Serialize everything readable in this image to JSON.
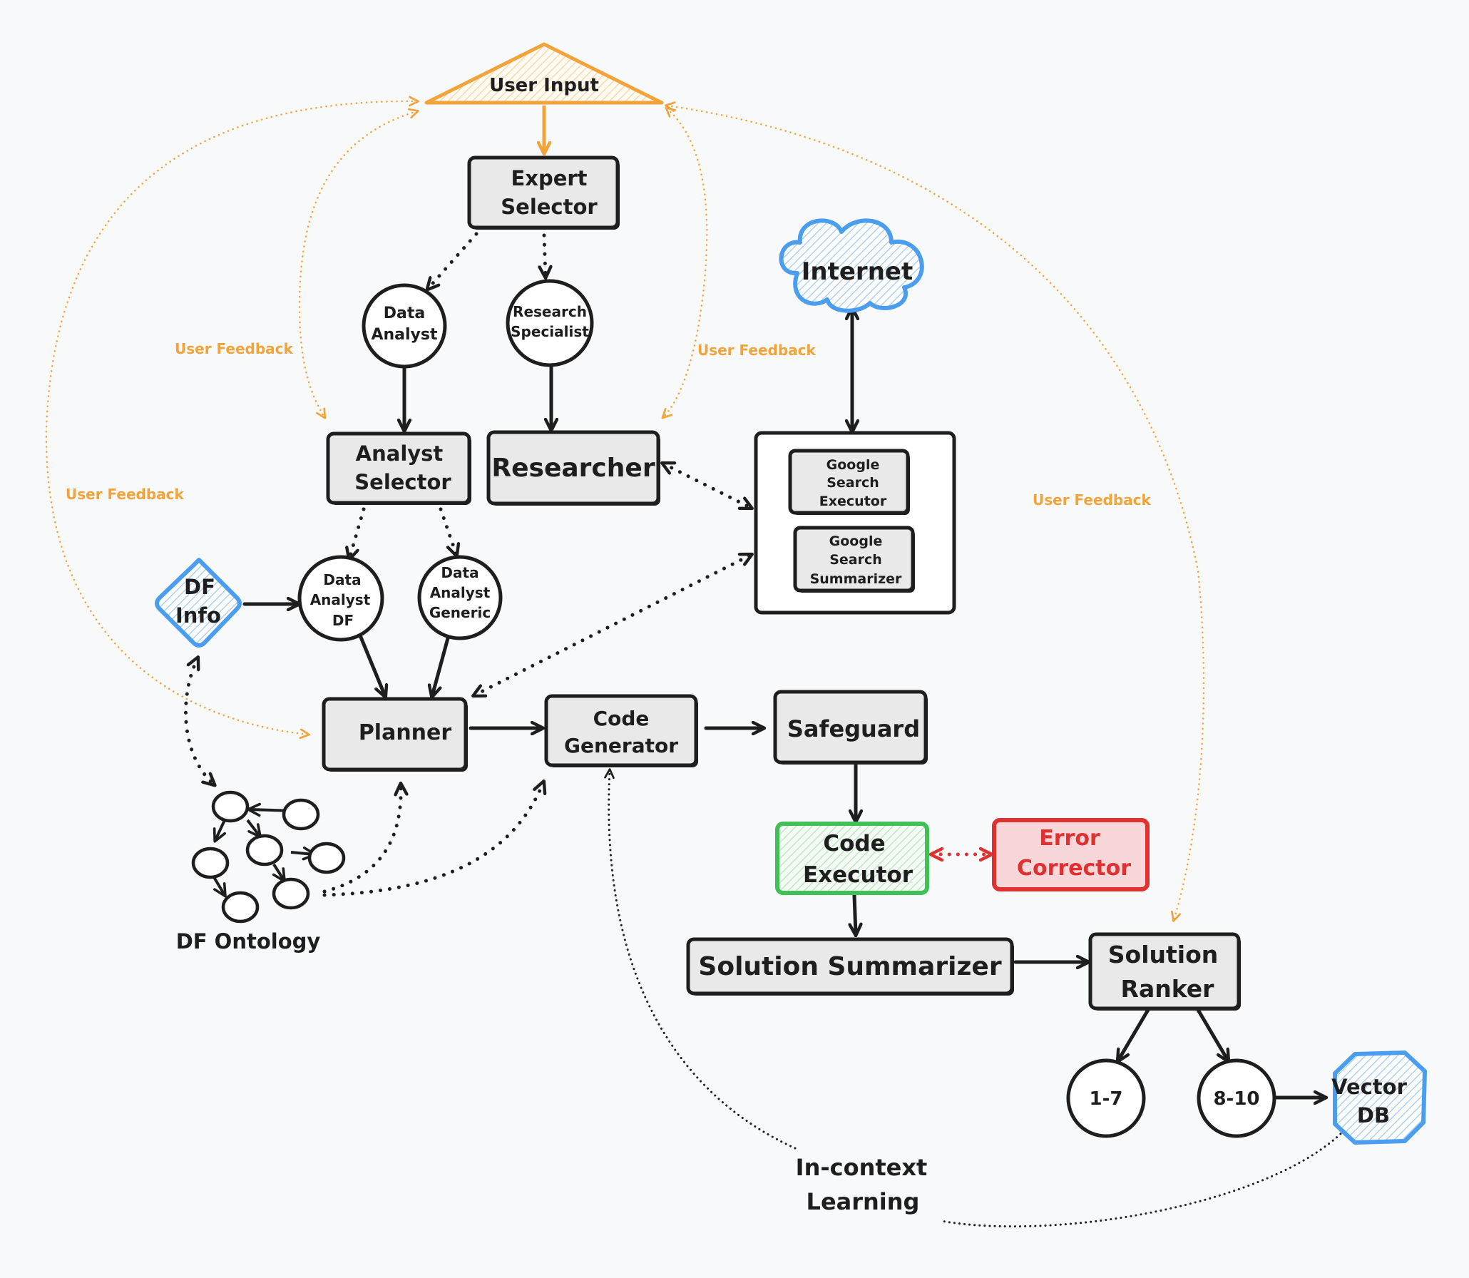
{
  "colors": {
    "stroke": "#1e1e1e",
    "box_fill": "#e9e9e9",
    "user_input": "#f2a33a",
    "feedback": "#f2a33a",
    "internet": "#4a9eed",
    "code_executor": "#40c057",
    "error": "#e03131",
    "error_fill": "#f8d7da"
  },
  "nodes": {
    "user_input": "User Input",
    "expert_selector": [
      "Expert",
      "Selector"
    ],
    "data_analyst": [
      "Data",
      "Analyst"
    ],
    "research_specialist": [
      "Research",
      "Specialist"
    ],
    "analyst_selector": [
      "Analyst",
      "Selector"
    ],
    "researcher": "Researcher",
    "internet": "Internet",
    "google_search_executor": [
      "Google",
      "Search",
      "Executor"
    ],
    "google_search_summarizer": [
      "Google",
      "Search",
      "Summarizer"
    ],
    "df_info": [
      "DF",
      "Info"
    ],
    "data_analyst_df": [
      "Data",
      "Analyst",
      "DF"
    ],
    "data_analyst_generic": [
      "Data",
      "Analyst",
      "Generic"
    ],
    "planner": "Planner",
    "code_generator": [
      "Code",
      "Generator"
    ],
    "safeguard": "Safeguard",
    "code_executor": [
      "Code",
      "Executor"
    ],
    "error_corrector": [
      "Error",
      "Corrector"
    ],
    "solution_summarizer": "Solution Summarizer",
    "solution_ranker": [
      "Solution",
      "Ranker"
    ],
    "rank_low": "1-7",
    "rank_high": "8-10",
    "vector_db": [
      "Vector",
      "DB"
    ],
    "df_ontology": "DF Ontology",
    "in_context_learning": [
      "In-context",
      "Learning"
    ]
  },
  "feedback_labels": [
    "User Feedback",
    "User Feedback",
    "User Feedback",
    "User Feedback"
  ]
}
